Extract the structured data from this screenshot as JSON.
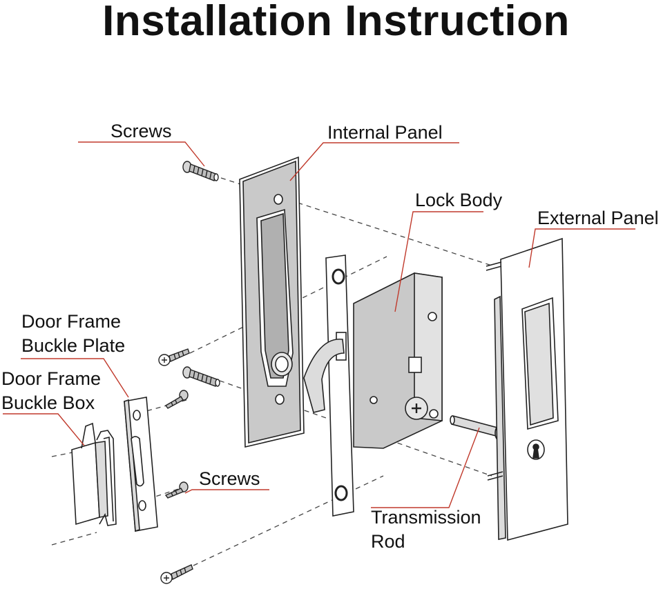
{
  "title": "Installation Instruction",
  "labels": {
    "screws_top": "Screws",
    "internal_panel": "Internal Panel",
    "lock_body": "Lock Body",
    "external_panel": "External Panel",
    "door_frame_buckle_plate": [
      "Door Frame",
      "Buckle Plate"
    ],
    "door_frame_buckle_box": [
      "Door Frame",
      "Buckle Box"
    ],
    "screws_bottom": "Screws",
    "transmission_rod": [
      "Transmission",
      "Rod"
    ]
  },
  "colors": {
    "leader_line": "#c0392b",
    "panel_fill": "#c9c9c9",
    "outline": "#222222"
  }
}
